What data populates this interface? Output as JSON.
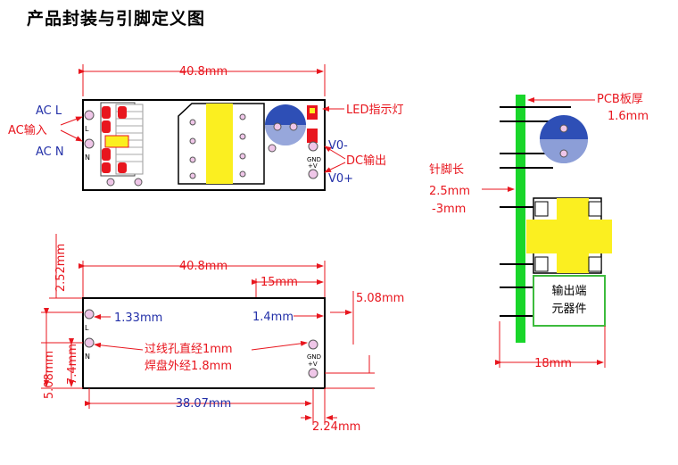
{
  "title": "产品封装与引脚定义图",
  "colors": {
    "dimension": "#e8161e",
    "label_blue": "#2330a8",
    "pcb_green": "#19d62a",
    "transformer_yellow": "#fbef20",
    "capacitor_blue": "#2e4fb6",
    "component_box": "#3dbb3d"
  },
  "top_view": {
    "width_dim": "40.8mm",
    "ac_l": "AC  L",
    "ac_n": "AC  N",
    "ac_input": "AC输入",
    "pin_l": "L",
    "pin_n": "N",
    "led_label": "LED指示灯",
    "v_minus": "V0-",
    "gnd": "GND",
    "plus_v": "+V",
    "v_plus": "V0+",
    "dc_output": "DC输出"
  },
  "bottom_view": {
    "width_dim": "40.8mm",
    "height_dim": "2.52mm",
    "dim_15": "15mm",
    "dim_508_right": "5.08mm",
    "dim_133": "1.33mm",
    "dim_14": "1.4mm",
    "pin_l": "L",
    "pin_n": "N",
    "gnd": "GND",
    "plus_v": "+V",
    "hole_note": "过线孔直经1mm",
    "pad_note": "焊盘外经1.8mm",
    "dim_508_left": "5.08mm",
    "dim_74": "7.4mm",
    "dim_3807": "38.07mm",
    "dim_224": "2.24mm"
  },
  "side_view": {
    "pcb_label": "PCB板厚",
    "pcb_thickness": "1.6mm",
    "pin_length_label": "针脚长",
    "pin_length_1": "2.5mm",
    "pin_length_2": "-3mm",
    "component_label_1": "输出端",
    "component_label_2": "元器件",
    "depth_dim": "18mm"
  }
}
